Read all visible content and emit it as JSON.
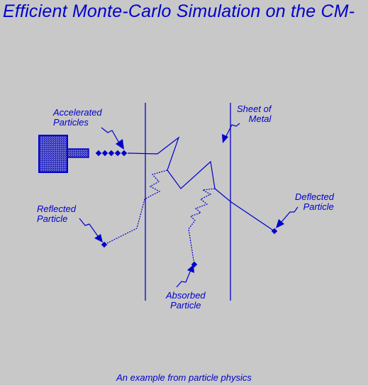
{
  "title": "Efficient Monte-Carlo Simulation on the CM-",
  "labels": {
    "accelerated": [
      "Accelerated",
      "Particles"
    ],
    "sheet": [
      "Sheet of",
      "Metal"
    ],
    "deflected": [
      "Deflected",
      "Particle"
    ],
    "reflected": [
      "Reflected",
      "Particle"
    ],
    "absorbed": [
      "Absorbed",
      "Particle"
    ]
  },
  "caption": "An example from particle physics",
  "colors": {
    "background": "#c8c8c8",
    "ink": "#0000cc"
  },
  "icons": [
    "particle-source-icon",
    "particle-dot-icon",
    "arrow-icon"
  ]
}
